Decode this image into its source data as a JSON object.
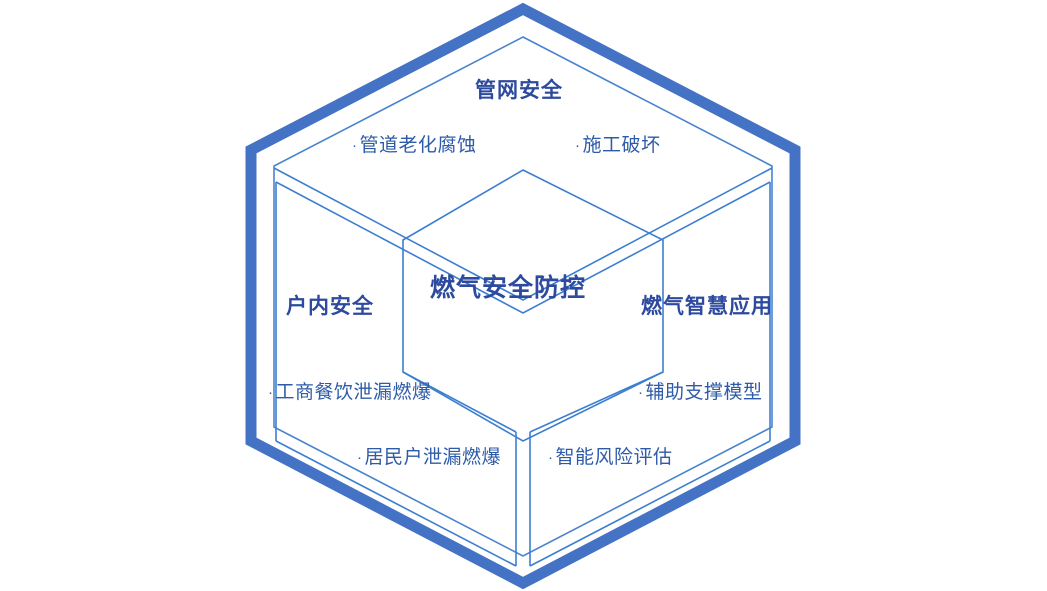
{
  "diagram": {
    "type": "hexagon-cube-framework",
    "center_title": "燃气安全防控",
    "colors": {
      "outer_border": "#4472c4",
      "inner_line": "#3c7fd0",
      "heading_text": "#2d4a9e",
      "bullet_text": "#2e5ba8",
      "background": "#ffffff"
    },
    "sections": [
      {
        "id": "top",
        "heading": "管网安全",
        "bullets": [
          "管道老化腐蚀",
          "施工破坏"
        ]
      },
      {
        "id": "left",
        "heading": "户内安全",
        "bullets": [
          "工商餐饮泄漏燃爆",
          "居民户泄漏燃爆"
        ]
      },
      {
        "id": "right",
        "heading": "燃气智慧应用",
        "bullets": [
          "辅助支撑模型",
          "智能风险评估"
        ]
      }
    ],
    "bullet_marker": "·"
  }
}
